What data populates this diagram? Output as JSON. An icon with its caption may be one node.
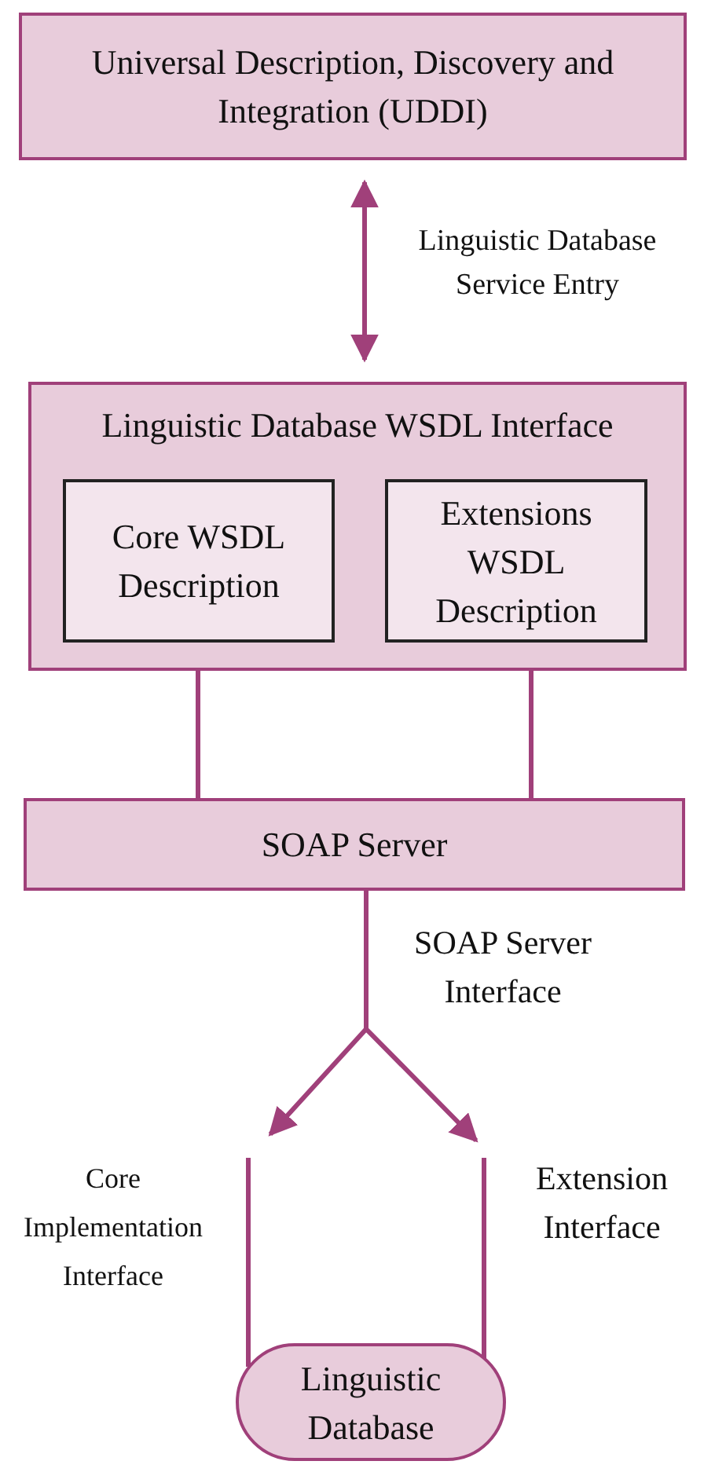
{
  "diagram": {
    "nodes": [
      {
        "text": [
          "Universal Description, Discovery and Integration (UDDI)"
        ]
      },
      {
        "text": [
          "Linguistic Database WSDL Interface"
        ]
      },
      {
        "text": [
          "Core WSDL Description"
        ],
        "in": 1
      },
      {
        "text": [
          "Extensions WSDL Description"
        ],
        "in": 1
      },
      {
        "text": [
          "SOAP Server"
        ]
      },
      {
        "text": [
          "Linguistic Database"
        ]
      }
    ],
    "edges": [
      {
        "from": 0,
        "to": 1,
        "arrow": "both",
        "label": "Linguistic Database Service Entry"
      },
      {
        "from": 1,
        "to": 4,
        "arrow": "none"
      },
      {
        "from": 1,
        "to": 4,
        "arrow": "none"
      },
      {
        "from": 4,
        "to": null,
        "arrow": "to"
      },
      {
        "from": 4,
        "to": null,
        "arrow": "to"
      },
      {
        "from": null,
        "to": 5,
        "arrow": "none",
        "label": "Core Implementation Interface"
      },
      {
        "from": null,
        "to": 5,
        "arrow": "none",
        "label": "Extension Interface"
      }
    ],
    "labels": [
      "SOAP Server Interface"
    ]
  }
}
